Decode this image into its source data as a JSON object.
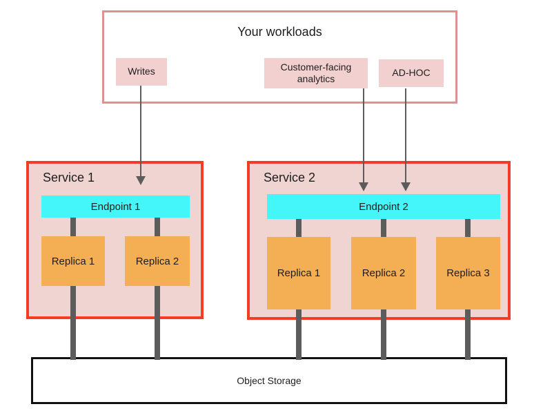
{
  "workloads": {
    "title": "Your workloads",
    "items": [
      {
        "label": "Writes"
      },
      {
        "label": "Customer-facing analytics"
      },
      {
        "label": "AD-HOC"
      }
    ]
  },
  "services": [
    {
      "title": "Service 1",
      "endpoint": "Endpoint 1",
      "replicas": [
        "Replica 1",
        "Replica 2"
      ]
    },
    {
      "title": "Service 2",
      "endpoint": "Endpoint 2",
      "replicas": [
        "Replica 1",
        "Replica 2",
        "Replica 3"
      ]
    }
  ],
  "storage": {
    "label": "Object Storage"
  },
  "colors": {
    "rose_border": "#dd9191",
    "pink_fill": "#f2d0d0",
    "service_fill": "#f0d4d2",
    "red_border": "#f43b28",
    "cyan_fill": "#45f6f8",
    "orange_fill": "#f4ae54",
    "connector_gray": "#5c5c5c",
    "ink": "#1d1d1d",
    "storage_border": "#111111"
  }
}
